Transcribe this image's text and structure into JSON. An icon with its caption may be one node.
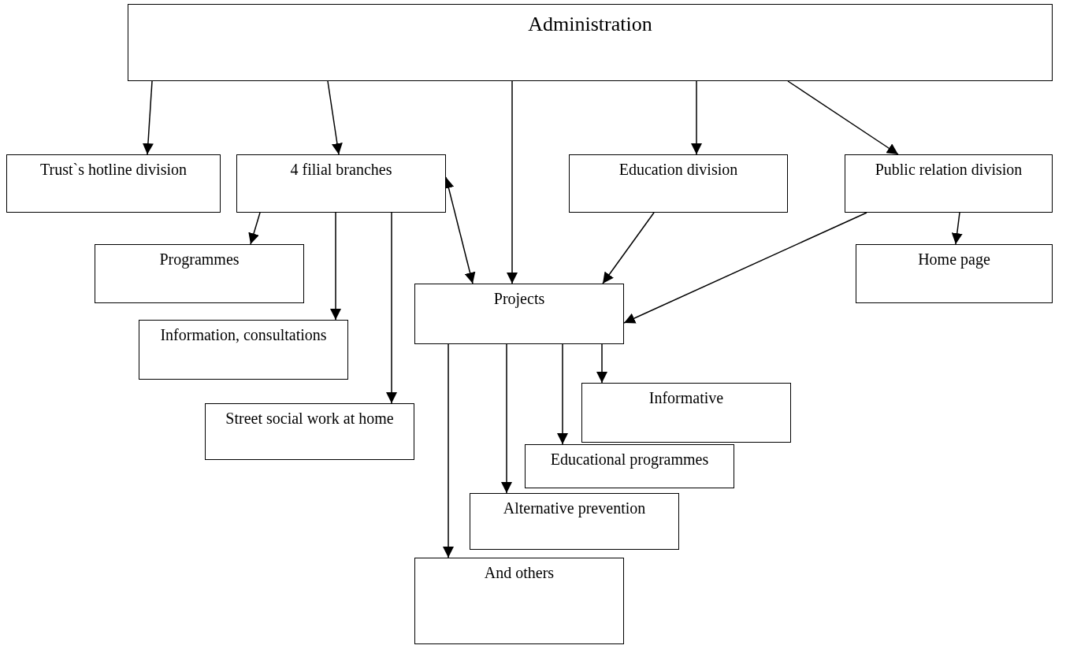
{
  "diagram": {
    "nodes": [
      {
        "text": [
          "Administration"
        ]
      },
      {
        "text": [
          "Trust`s hotline division"
        ]
      },
      {
        "text": [
          "4 filial branches"
        ]
      },
      {
        "text": [
          "Education division"
        ]
      },
      {
        "text": [
          "Public relation division"
        ]
      },
      {
        "text": [
          "Programmes"
        ]
      },
      {
        "text": [
          "Home page"
        ]
      },
      {
        "text": [
          "Projects"
        ]
      },
      {
        "text": [
          "Information, consultations"
        ]
      },
      {
        "text": [
          "Informative"
        ]
      },
      {
        "text": [
          "Street social work at home"
        ]
      },
      {
        "text": [
          "Educational programmes"
        ]
      },
      {
        "text": [
          "Alternative prevention"
        ]
      },
      {
        "text": [
          "And others"
        ]
      }
    ],
    "edges": [
      {
        "from": 0,
        "to": 1,
        "arrow": "to"
      },
      {
        "from": 0,
        "to": 2,
        "arrow": "to"
      },
      {
        "from": 0,
        "to": 7,
        "arrow": "to"
      },
      {
        "from": 0,
        "to": 3,
        "arrow": "to"
      },
      {
        "from": 0,
        "to": 4,
        "arrow": "to"
      },
      {
        "from": 2,
        "to": 7,
        "arrow": "both"
      },
      {
        "from": 3,
        "to": 7,
        "arrow": "to"
      },
      {
        "from": 4,
        "to": 7,
        "arrow": "to"
      },
      {
        "from": 4,
        "to": 6,
        "arrow": "to"
      },
      {
        "from": 2,
        "to": 5,
        "arrow": "to"
      },
      {
        "from": 2,
        "to": 8,
        "arrow": "to"
      },
      {
        "from": 2,
        "to": 10,
        "arrow": "to"
      },
      {
        "from": 7,
        "to": 9,
        "arrow": "to"
      },
      {
        "from": 7,
        "to": 11,
        "arrow": "to"
      },
      {
        "from": 7,
        "to": 12,
        "arrow": "to"
      },
      {
        "from": 7,
        "to": 13,
        "arrow": "to"
      }
    ]
  }
}
